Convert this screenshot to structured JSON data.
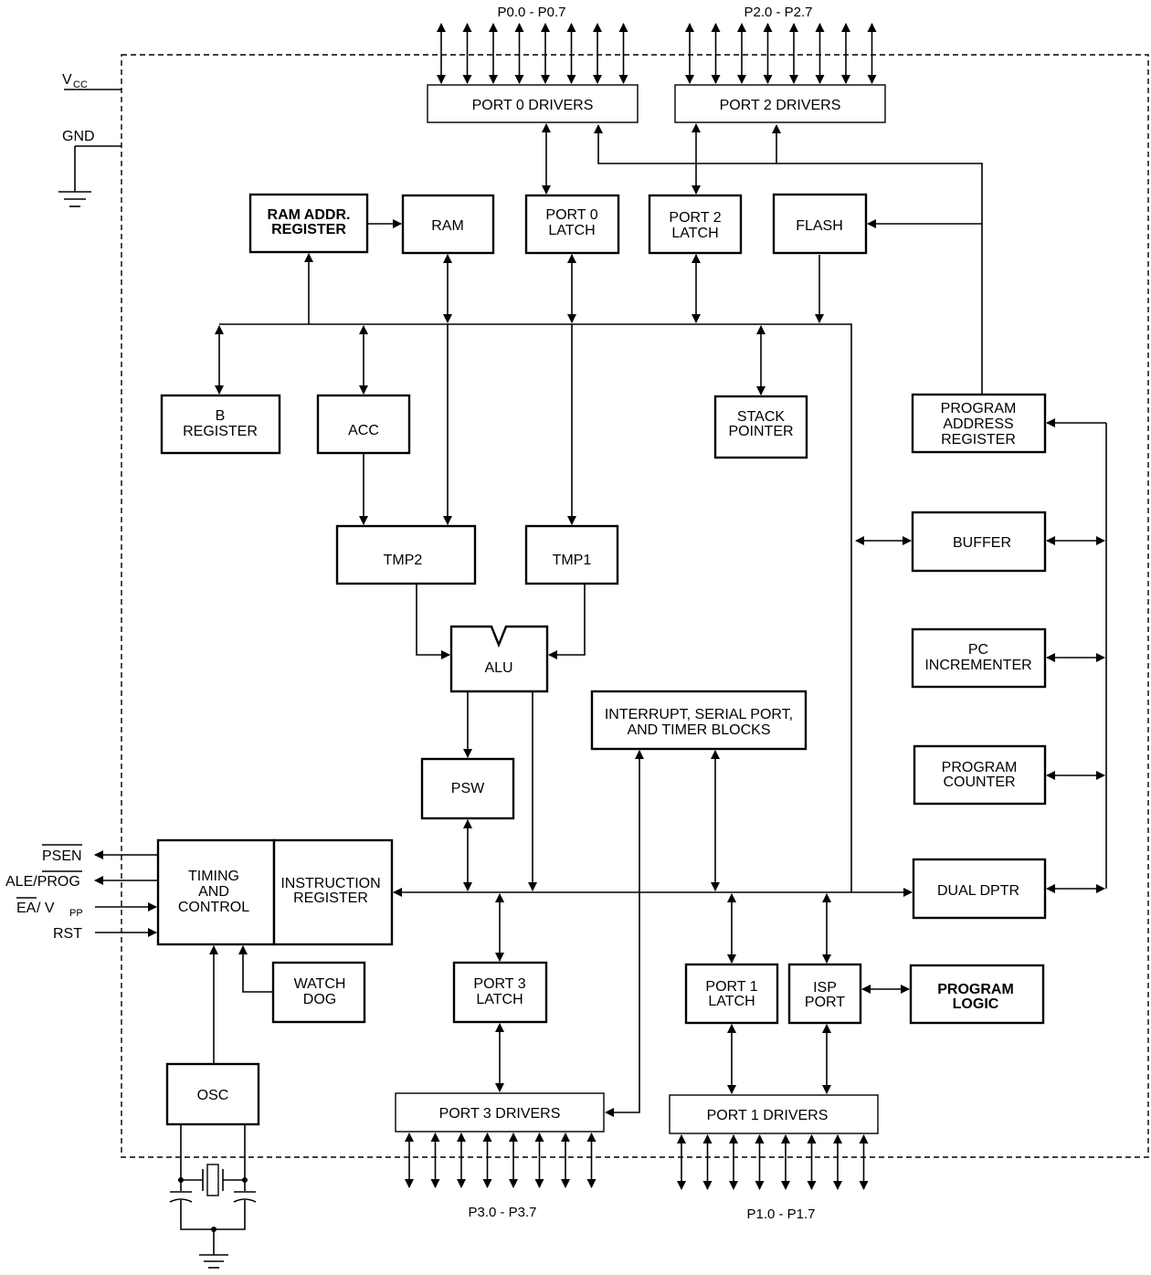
{
  "power": {
    "vcc_label": "V",
    "vcc_sub": "CC",
    "gnd_label": "GND"
  },
  "ports": {
    "p0_pins": "P0.0  -  P0.7",
    "p2_pins": "P2.0  -  P2.7",
    "p3_pins": "P3.0  -  P3.7",
    "p1_pins": "P1.0  -  P1.7",
    "port0_drivers": "PORT  0  DRIVERS",
    "port2_drivers": "PORT  2  DRIVERS",
    "port3_drivers": "PORT  3  DRIVERS",
    "port1_drivers": "PORT  1  DRIVERS"
  },
  "blocks": {
    "ram_addr": [
      "RAM ADDR.",
      "REGISTER"
    ],
    "ram": "RAM",
    "port0_latch": [
      "PORT  0",
      "LATCH"
    ],
    "port2_latch": [
      "PORT  2",
      "LATCH"
    ],
    "flash": "FLASH",
    "b_register": [
      "B",
      "REGISTER"
    ],
    "acc": "ACC",
    "stack_pointer": [
      "STACK",
      "POINTER"
    ],
    "program_address_register": [
      "PROGRAM",
      "ADDRESS",
      "REGISTER"
    ],
    "buffer": "BUFFER",
    "pc_incrementer": [
      "PC",
      "INCREMENTER"
    ],
    "program_counter": [
      "PROGRAM",
      "COUNTER"
    ],
    "dual_dptr": "DUAL DPTR",
    "tmp2": "TMP2",
    "tmp1": "TMP1",
    "alu": "ALU",
    "psw": "PSW",
    "interrupt": [
      "INTERRUPT,  SERIAL  PORT,",
      "AND  TIMER  BLOCKS"
    ],
    "timing": [
      "TIMING",
      "AND",
      "CONTROL"
    ],
    "instruction_register": [
      "INSTRUCTION",
      "REGISTER"
    ],
    "watchdog": [
      "WATCH",
      "DOG"
    ],
    "osc": "OSC",
    "port3_latch": [
      "PORT  3",
      "LATCH"
    ],
    "port1_latch": [
      "PORT  1",
      "LATCH"
    ],
    "isp_port": [
      "ISP",
      "PORT"
    ],
    "program_logic": [
      "PROGRAM",
      "LOGIC"
    ]
  },
  "control_pins": {
    "psen": "PSEN",
    "ale": "ALE/PROG",
    "ea": "EA",
    "ea_sep": " / V",
    "ea_sub": "PP",
    "rst": "RST"
  }
}
